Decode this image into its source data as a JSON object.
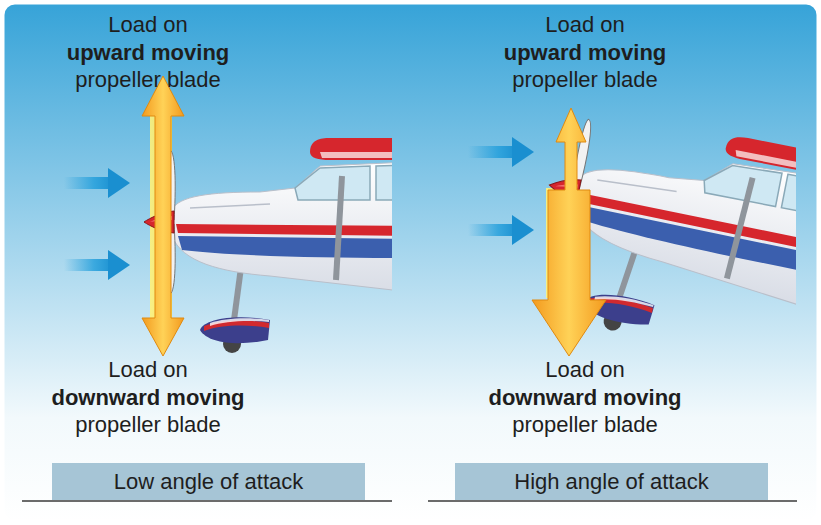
{
  "diagram": {
    "nodes": [
      {
        "text": [
          "Low angle of attack"
        ]
      },
      {
        "text": [
          "High angle of attack"
        ]
      }
    ],
    "labels": [
      "Load on",
      "upward moving",
      "propeller blade",
      "Load on",
      "downward moving",
      "propeller blade",
      "Load on",
      "upward moving",
      "propeller blade",
      "Load on",
      "downward moving",
      "propeller blade"
    ]
  }
}
